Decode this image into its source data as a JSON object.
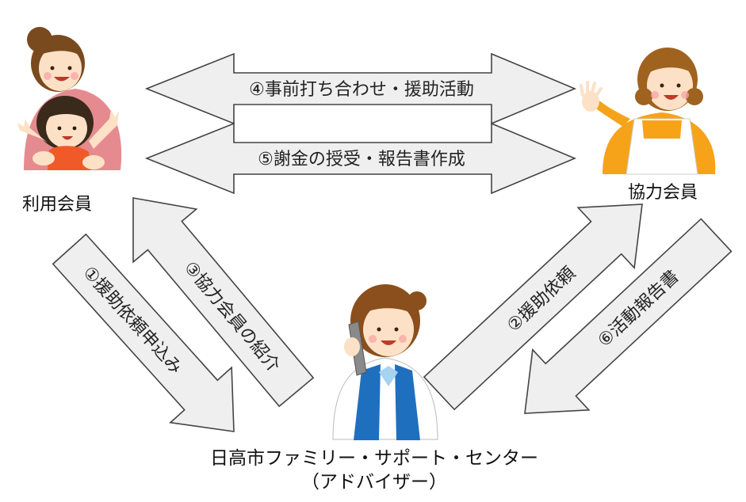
{
  "roles": {
    "user": "利用会員",
    "cooperator": "協力会員",
    "center_line1": "日高市ファミリー・サポート・センター",
    "center_line2": "（アドバイザー）"
  },
  "steps": {
    "s1": "①援助依頼申込み",
    "s2": "②援助依頼",
    "s3": "③協力会員の紹介",
    "s4": "④事前打ち合わせ・援助活動",
    "s5": "⑤謝金の授受・報告書作成",
    "s6": "⑥活動報告書"
  }
}
